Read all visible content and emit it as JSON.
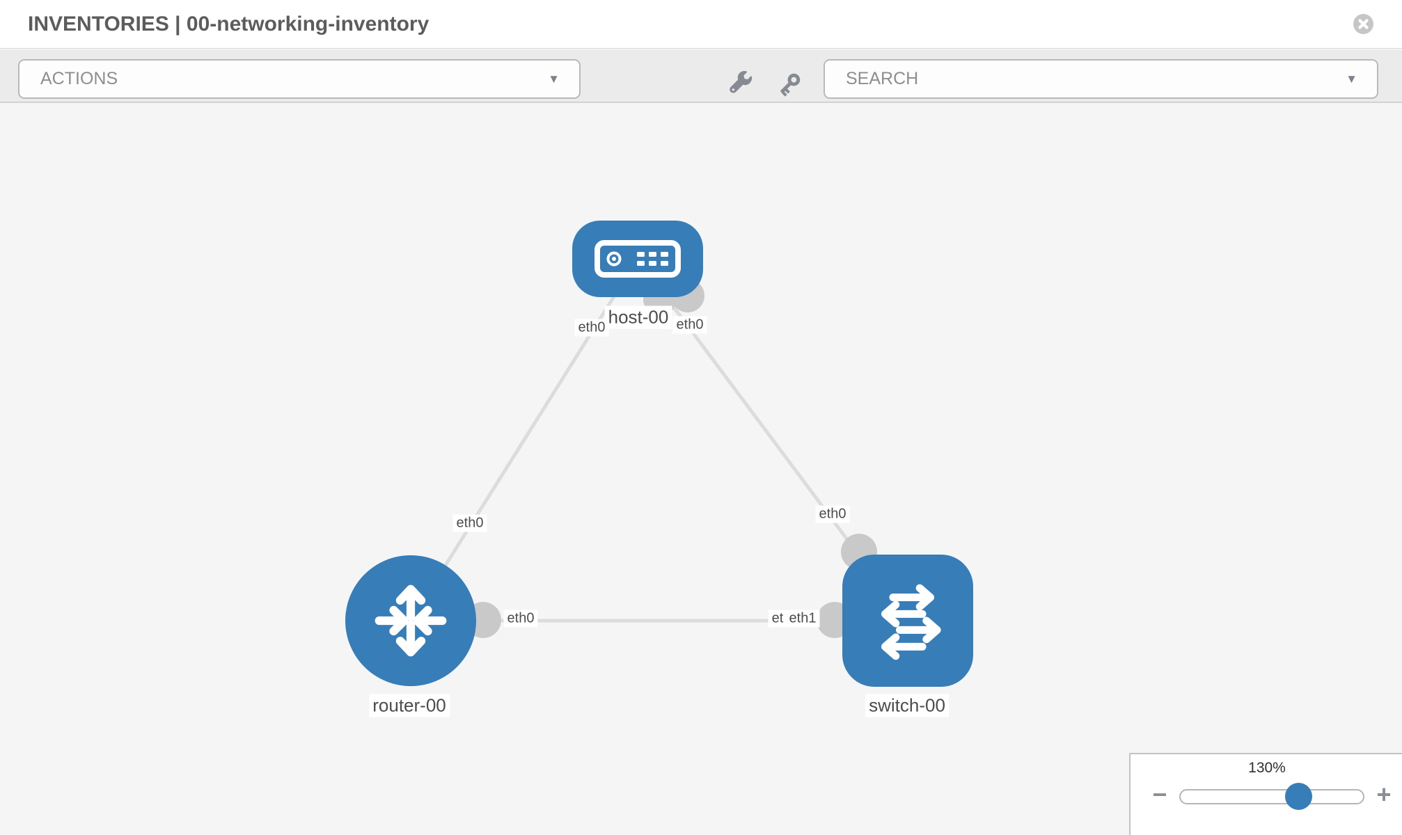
{
  "header": {
    "title": "INVENTORIES | 00-networking-inventory"
  },
  "toolbar": {
    "actions_label": "ACTIONS",
    "search_placeholder": "SEARCH",
    "caret_glyph": "▼",
    "icons": [
      "wrench-icon",
      "key-icon"
    ]
  },
  "topology": {
    "nodes": [
      {
        "id": "host-00",
        "type": "host",
        "label": "host-00"
      },
      {
        "id": "router-00",
        "type": "router",
        "label": "router-00"
      },
      {
        "id": "switch-00",
        "type": "switch",
        "label": "switch-00"
      }
    ],
    "links": [
      {
        "from": "host-00",
        "to": "router-00",
        "from_iface": "eth0",
        "to_iface": "eth0"
      },
      {
        "from": "host-00",
        "to": "switch-00",
        "from_iface": "eth0",
        "to_iface": "eth0"
      },
      {
        "from": "router-00",
        "to": "switch-00",
        "from_iface": "eth0",
        "to_iface": "eth1"
      }
    ],
    "iface_labels": [
      {
        "text": "eth0"
      },
      {
        "text": "eth0"
      },
      {
        "text": "eth0"
      },
      {
        "text": "eth0"
      },
      {
        "text": "eth0"
      },
      {
        "text": "et"
      },
      {
        "text": "eth1"
      }
    ]
  },
  "zoom_control": {
    "level_label": "130%",
    "zoom_percent": 130,
    "minus_glyph": "−",
    "plus_glyph": "+"
  },
  "colors": {
    "node_blue": "#377eb8",
    "link_gray": "#dcdcdc",
    "connector_gray": "#c9c9c9",
    "canvas_bg": "#f5f5f6",
    "toolbar_bg": "#ebebeb",
    "title_text": "#5c5c5c"
  }
}
